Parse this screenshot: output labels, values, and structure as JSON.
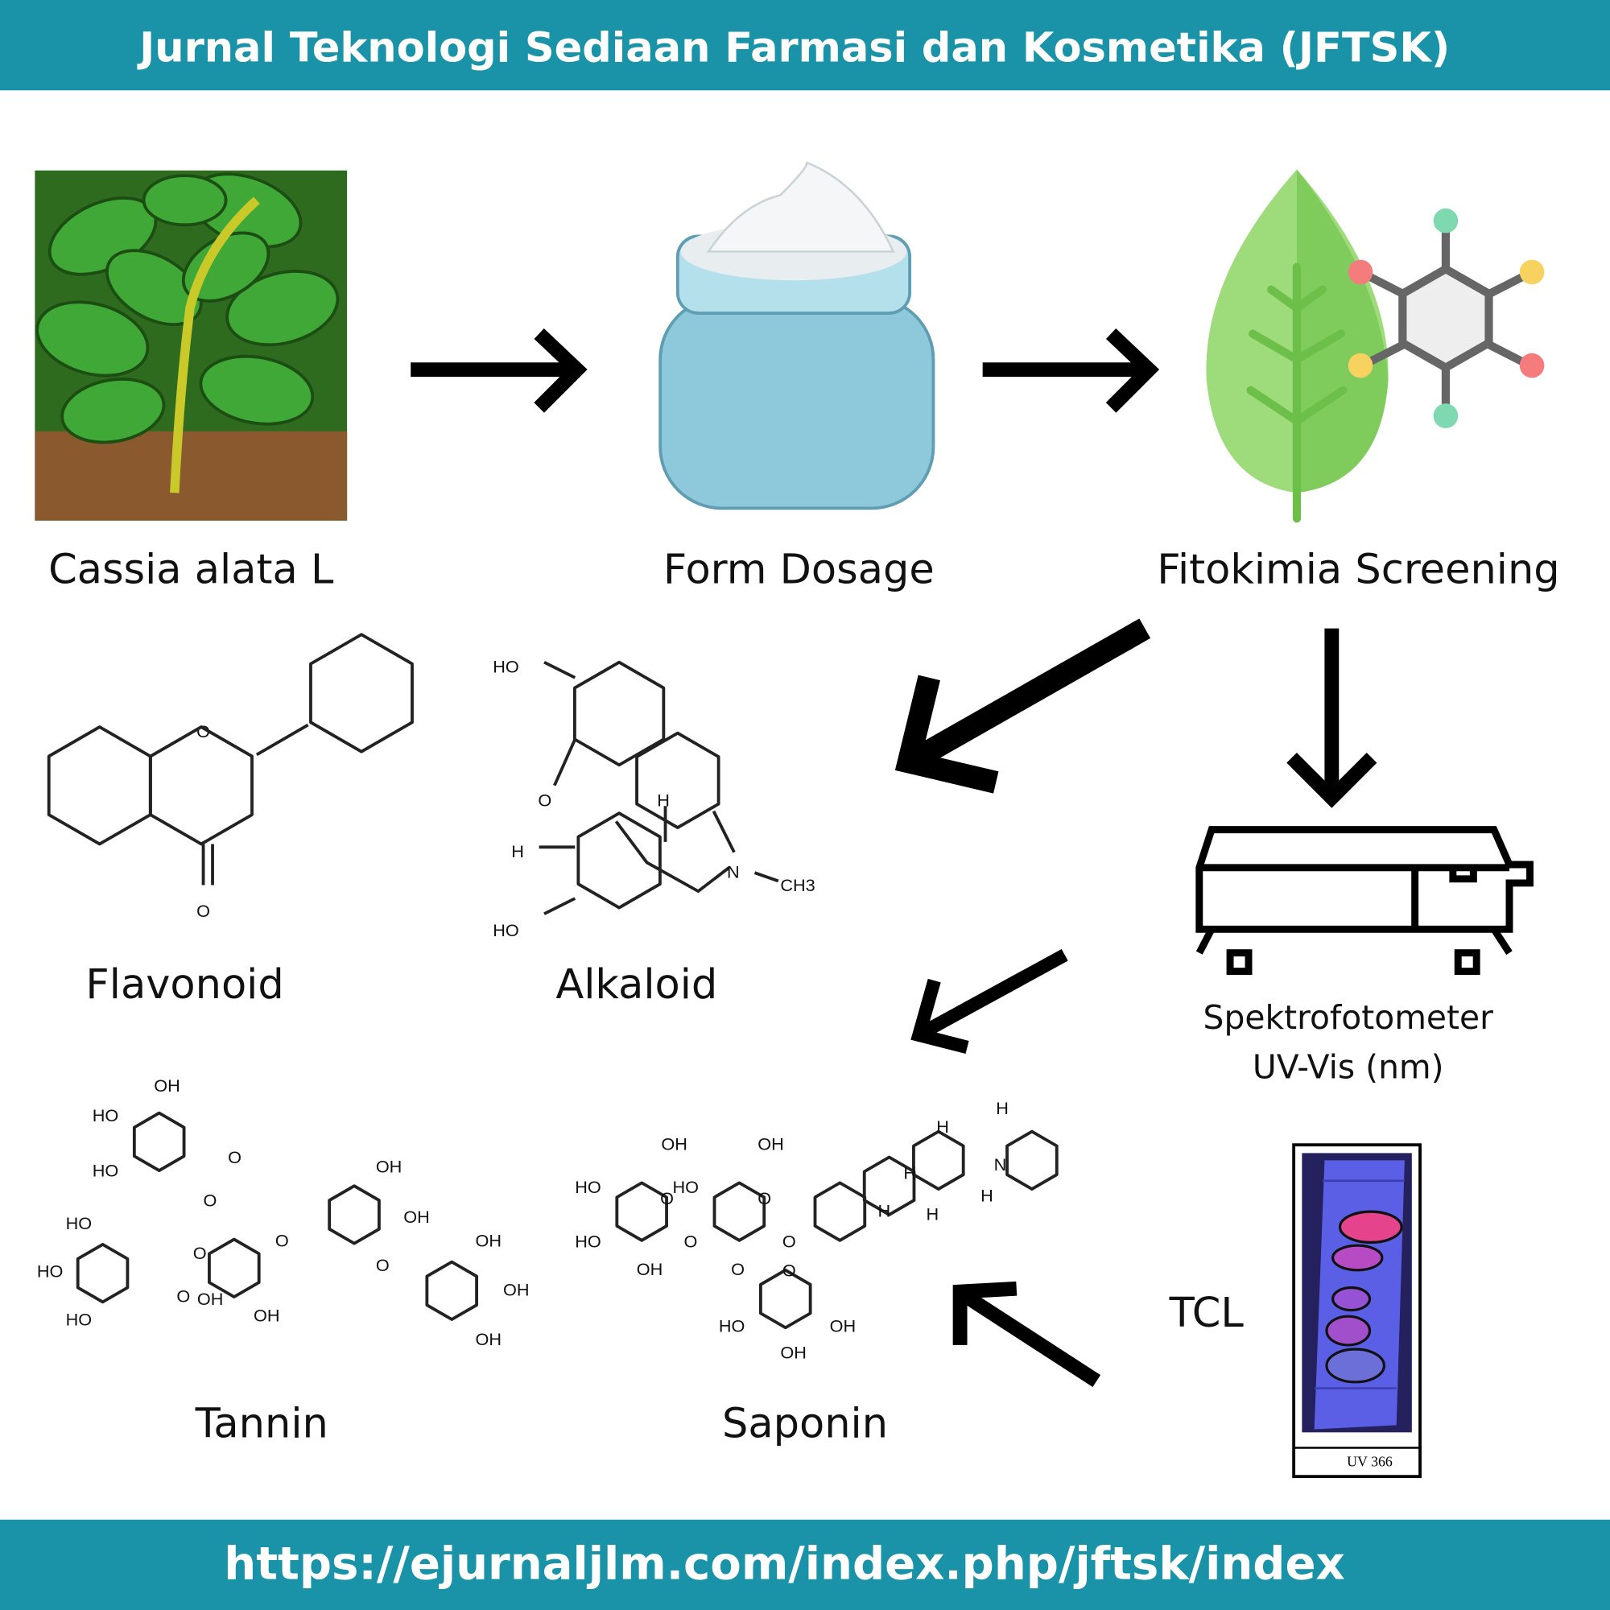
{
  "header": {
    "title": "Jurnal Teknologi Sediaan Farmasi dan Kosmetika (JFTSK)"
  },
  "footer": {
    "url": "https://ejurnaljlm.com/index.php/jftsk/index"
  },
  "colors": {
    "banner": "#1a93a9",
    "leaf": "#8fd46a",
    "jar": "#9fd3e3",
    "tlc_plate": "#4b4fd8",
    "spot": "#e0408a"
  },
  "steps": {
    "plant": "Cassia alata L",
    "dosage": "Form Dosage",
    "screening": "Fitokimia Screening"
  },
  "compounds": {
    "flavonoid": "Flavonoid",
    "alkaloid": "Alkaloid",
    "tannin": "Tannin",
    "saponin": "Saponin"
  },
  "instrument": {
    "line1": "Spektrofotometer",
    "line2": "UV-Vis (nm)"
  },
  "tlc": {
    "label": "TCL",
    "caption": "UV 366"
  },
  "atoms": {
    "flavonoid": [
      "O",
      "O"
    ],
    "alkaloid": [
      "HO",
      "O",
      "H",
      "H",
      "N",
      "CH3",
      "HO"
    ],
    "tannin": [
      "OH",
      "HO",
      "HO",
      "O",
      "O",
      "OH",
      "OH",
      "HO",
      "HO",
      "HO",
      "O",
      "O",
      "O",
      "OH",
      "OH",
      "O",
      "OH",
      "OH",
      "OH"
    ],
    "saponin": [
      "OH",
      "OH",
      "HO",
      "O",
      "HO",
      "O",
      "HO",
      "O",
      "O",
      "OH",
      "O",
      "O",
      "HO",
      "OH",
      "OH",
      "H",
      "H",
      "H",
      "H",
      "H",
      "N",
      "H"
    ]
  }
}
